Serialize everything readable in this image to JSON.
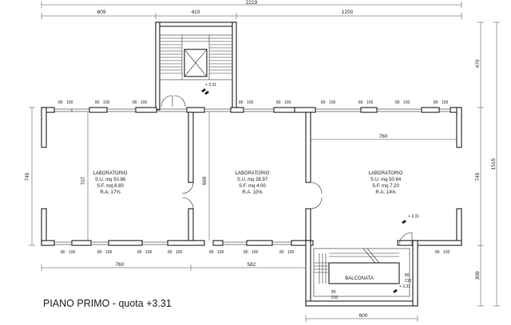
{
  "title": "PIANO PRIMO - quota +3.31",
  "dimensions": {
    "total_width": "2219",
    "top_left": "609",
    "top_stair": "410",
    "top_right": "1200",
    "right_top": "470",
    "right_total": "1515",
    "right_mid": "745",
    "right_bottom": "300",
    "left_mid": "745",
    "room_height_left": "707",
    "room_height_center": "669",
    "room_width_right": "760",
    "bottom_left": "760",
    "bottom_center": "582",
    "bottom_balcony": "600"
  },
  "window_labels": {
    "sill": "80",
    "height": "100"
  },
  "balcony_labels": {
    "sill": "80",
    "height": "210"
  },
  "rooms": [
    {
      "name": "LABORATORIO",
      "su": "S.U. mq 50.86",
      "sf": "S.F. mq 8.80",
      "ra": "R.A. 17%"
    },
    {
      "name": "LABORATORIO",
      "su": "S.U. mq 38.97",
      "sf": "S.F. mq 4.00",
      "ra": "R.A. 10%"
    },
    {
      "name": "LABORATORIO",
      "su": "S.U. mq 50.84",
      "sf": "S.F. mq 7.20",
      "ra": "R.A. 14%"
    }
  ],
  "balcony": "BALCONATA",
  "levels": {
    "stair": "+ 3.31",
    "room": "+ 3.31",
    "balcony": "+ 3.31"
  }
}
